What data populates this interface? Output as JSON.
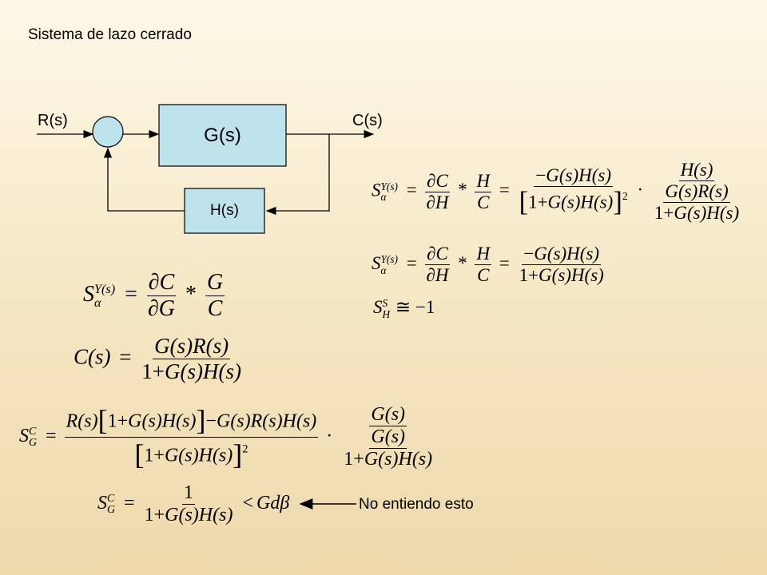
{
  "title": "Sistema de lazo cerrado",
  "diagram": {
    "input_label": "R(s)",
    "output_label": "C(s)",
    "forward_block": "G(s)",
    "feedback_block": "H(s)",
    "colors": {
      "block_fill": "#bfe3ec",
      "block_stroke": "#000000",
      "line": "#000000"
    }
  },
  "equations": {
    "eq1_sym": "S",
    "eq1_sup": "Y(s)",
    "eq1_sub": "α",
    "eq2_lhs": "C(s)",
    "eq5_sub": "H",
    "eq5_sup": "S",
    "eq5_rhs": "≅ −1"
  },
  "annotation": "No entiendo esto"
}
